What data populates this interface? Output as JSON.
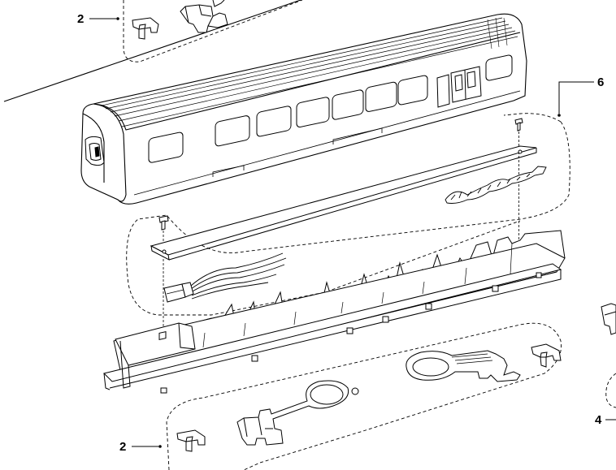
{
  "diagram": {
    "callouts": {
      "top_2": "2",
      "part_6": "6",
      "part_4": "4",
      "bottom_2": "2"
    },
    "colors": {
      "line": "#000000",
      "background": "#ffffff",
      "glass": "#ffffff"
    }
  }
}
